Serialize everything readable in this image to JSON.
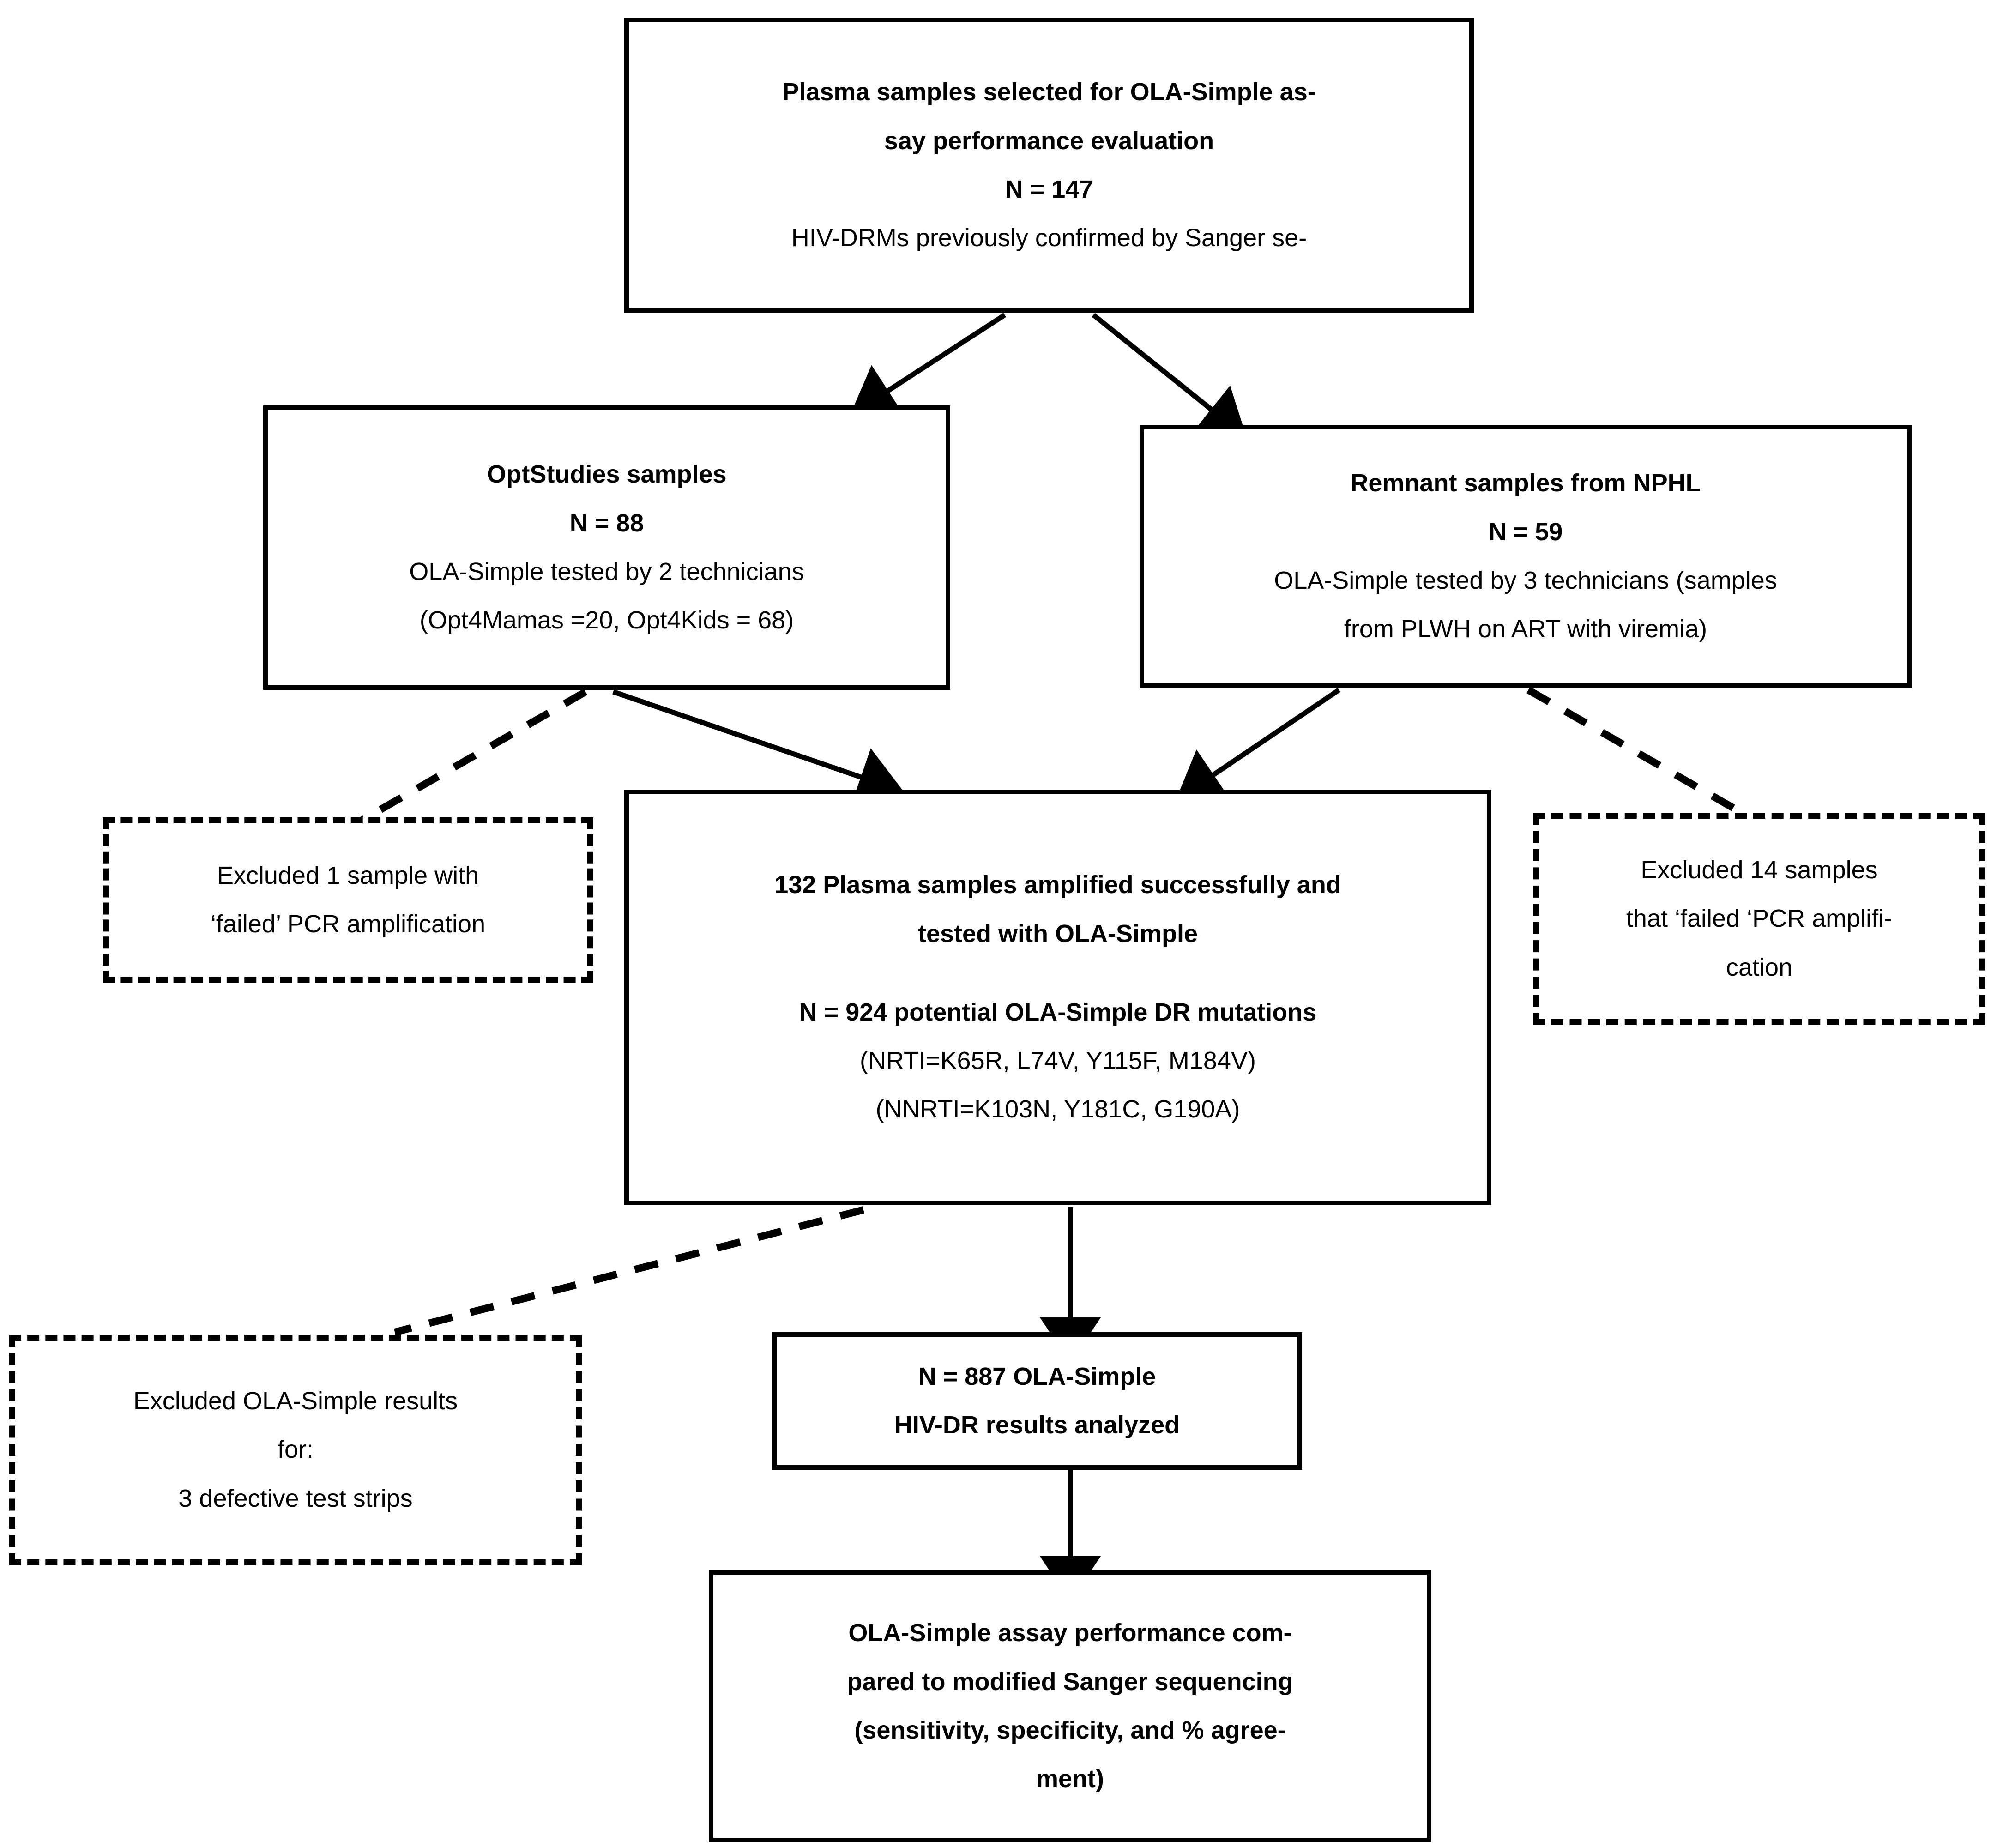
{
  "figure": {
    "type": "flowchart",
    "title": "OLA-Simple assay performance evaluation study flow",
    "orientation": "top-to-bottom"
  },
  "nodes": {
    "top_cohort": {
      "style": "solid",
      "lines": [
        {
          "text": "Plasma samples selected for OLA-Simple as-",
          "bold": true
        },
        {
          "text": "say performance evaluation",
          "bold": true
        },
        {
          "text": "N = 147",
          "bold": true
        },
        {
          "text": "HIV-DRMs previously confirmed by Sanger se-",
          "bold": false
        }
      ]
    },
    "optstudies": {
      "style": "solid",
      "lines": [
        {
          "text": "OptStudies samples",
          "bold": true
        },
        {
          "text": "N = 88",
          "bold": true
        },
        {
          "text": "OLA-Simple tested by 2 technicians",
          "bold": false
        },
        {
          "text": "(Opt4Mamas =20, Opt4Kids = 68)",
          "bold": false
        }
      ]
    },
    "nphl": {
      "style": "solid",
      "lines": [
        {
          "text": "Remnant samples from NPHL",
          "bold": true
        },
        {
          "text": "N = 59",
          "bold": true
        },
        {
          "text": "OLA-Simple tested by 3 technicians (samples",
          "bold": false
        },
        {
          "text": "from PLWH on ART with viremia)",
          "bold": false
        }
      ]
    },
    "excluded_left": {
      "style": "dashed",
      "lines": [
        {
          "text": "Excluded 1 sample with",
          "bold": false
        },
        {
          "text": "‘failed’ PCR amplification",
          "bold": false
        }
      ]
    },
    "excluded_right": {
      "style": "dashed",
      "lines": [
        {
          "text": "Excluded 14 samples",
          "bold": false
        },
        {
          "text": "that ‘failed ‘PCR amplifi-",
          "bold": false
        },
        {
          "text": "cation",
          "bold": false
        }
      ]
    },
    "amplified": {
      "style": "solid",
      "lines": [
        {
          "text": "132 Plasma samples amplified successfully and",
          "bold": true
        },
        {
          "text": "tested with OLA-Simple",
          "bold": true
        },
        {
          "text": "",
          "bold": false
        },
        {
          "text": "N = 924 potential OLA-Simple DR mutations",
          "bold": true
        },
        {
          "text": "(NRTI=K65R, L74V, Y115F, M184V)",
          "bold": false
        },
        {
          "text": "(NNRTI=K103N, Y181C, G190A)",
          "bold": false
        }
      ]
    },
    "excluded_bottom_left": {
      "style": "dashed",
      "lines": [
        {
          "text": "Excluded OLA-Simple results",
          "bold": false
        },
        {
          "text": "for:",
          "bold": false
        },
        {
          "text": "3 defective test strips",
          "bold": false
        }
      ]
    },
    "analyzed": {
      "style": "solid",
      "lines": [
        {
          "text": "N = 887 OLA-Simple",
          "bold": true
        },
        {
          "text": "HIV-DR results analyzed",
          "bold": true
        }
      ]
    },
    "comparison": {
      "style": "solid",
      "lines": [
        {
          "text": "OLA-Simple assay performance com-",
          "bold": true
        },
        {
          "text": "pared to modified Sanger sequencing",
          "bold": true
        },
        {
          "text": "(sensitivity, specificity, and % agree-",
          "bold": true
        },
        {
          "text": "ment)",
          "bold": true
        }
      ]
    }
  },
  "edges": [
    {
      "from": "top_cohort",
      "to": "optstudies",
      "style": "solid",
      "arrow": true
    },
    {
      "from": "top_cohort",
      "to": "nphl",
      "style": "solid",
      "arrow": true
    },
    {
      "from": "optstudies",
      "to": "excluded_left",
      "style": "dashed",
      "arrow": false
    },
    {
      "from": "optstudies",
      "to": "amplified",
      "style": "solid",
      "arrow": true
    },
    {
      "from": "nphl",
      "to": "amplified",
      "style": "solid",
      "arrow": true
    },
    {
      "from": "nphl",
      "to": "excluded_right",
      "style": "dashed",
      "arrow": false
    },
    {
      "from": "amplified",
      "to": "excluded_bottom_left",
      "style": "dashed",
      "arrow": false
    },
    {
      "from": "amplified",
      "to": "analyzed",
      "style": "solid",
      "arrow": true
    },
    {
      "from": "analyzed",
      "to": "comparison",
      "style": "solid",
      "arrow": true
    }
  ],
  "colors": {
    "stroke": "#000000",
    "background": "#ffffff",
    "text": "#000000"
  }
}
